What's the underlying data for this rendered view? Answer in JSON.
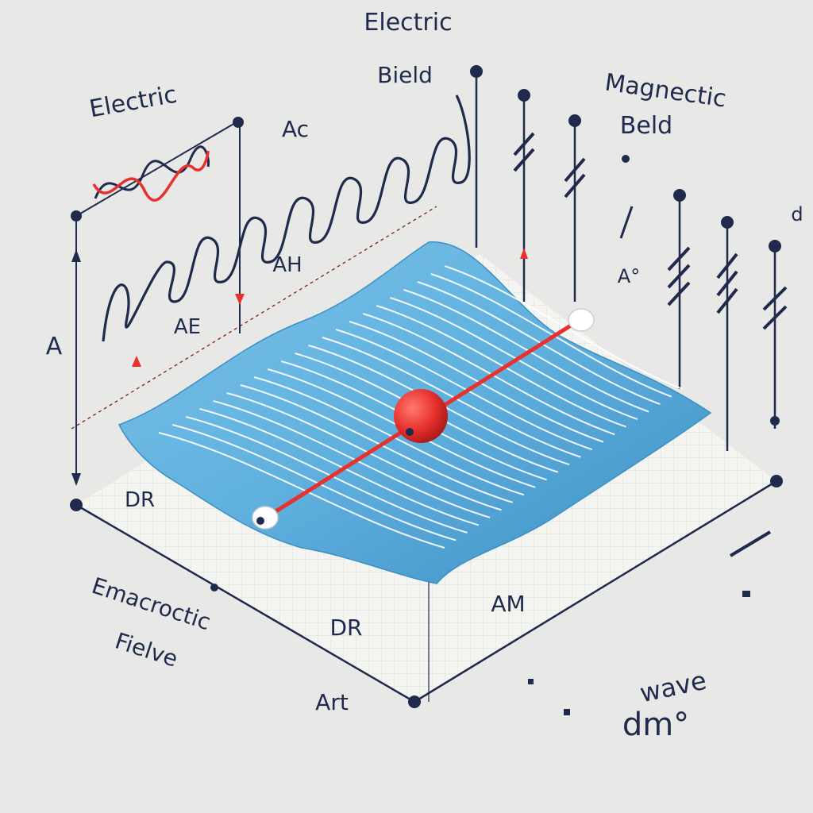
{
  "labels": {
    "electric_top": "Electric",
    "bield": "Bield",
    "electric_left": "Electric",
    "ac": "Ac",
    "magnectic": "Magnectic",
    "beld": "Beld",
    "d": "d",
    "ah": "AH",
    "a_deg": "A°",
    "a": "A",
    "ae": "AE",
    "dr_left": "DR",
    "emacroctic": "Emacroctic",
    "fielve": "Fielve",
    "dr_bottom": "DR",
    "am": "AM",
    "art": "Art",
    "wave": "wave",
    "dm": "dm°"
  },
  "colors": {
    "background": "#e8e8e6",
    "ink": "#1f2a4d",
    "wave_blue": "#5fb0de",
    "wave_blue_dark": "#3d8fc4",
    "accent_red": "#e8302d",
    "floor": "#f4f4f1"
  }
}
